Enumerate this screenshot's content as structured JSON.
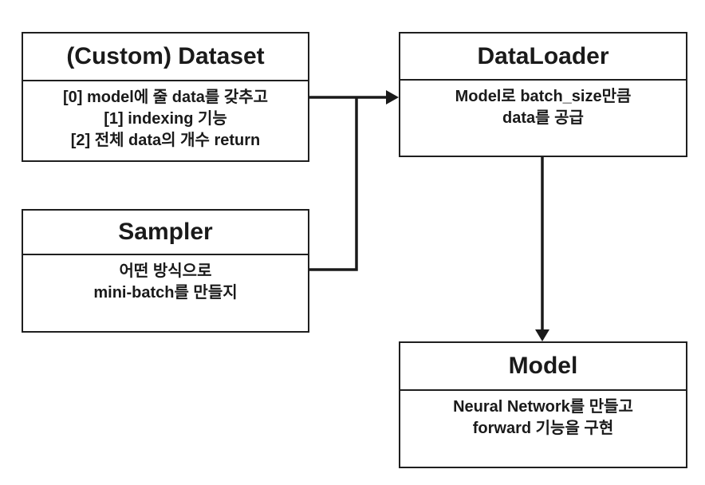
{
  "diagram": {
    "title": "PyTorch data pipeline diagram",
    "colors": {
      "border": "#1f1f1f",
      "arrow": "#1a1a1a",
      "background": "#ffffff",
      "text": "#1a1a1a"
    },
    "boxes": {
      "dataset": {
        "title": "(Custom) Dataset",
        "body_lines": [
          "[0] model에 줄 data를 갖추고",
          "[1] indexing 기능",
          "[2] 전체 data의 개수 return"
        ]
      },
      "sampler": {
        "title": "Sampler",
        "body_lines": [
          "어떤 방식으로",
          "mini-batch를 만들지"
        ]
      },
      "dataloader": {
        "title": "DataLoader",
        "body_lines": [
          "Model로 batch_size만큼",
          "data를 공급"
        ]
      },
      "model": {
        "title": "Model",
        "body_lines": [
          "Neural Network를 만들고",
          "forward 기능을 구현"
        ]
      }
    },
    "edges": [
      {
        "from": "dataset",
        "to": "dataloader",
        "style": "arrow-right"
      },
      {
        "from": "sampler",
        "to": "dataloader",
        "style": "elbow-joins-dataset-arrow"
      },
      {
        "from": "dataloader",
        "to": "model",
        "style": "arrow-down"
      }
    ]
  }
}
